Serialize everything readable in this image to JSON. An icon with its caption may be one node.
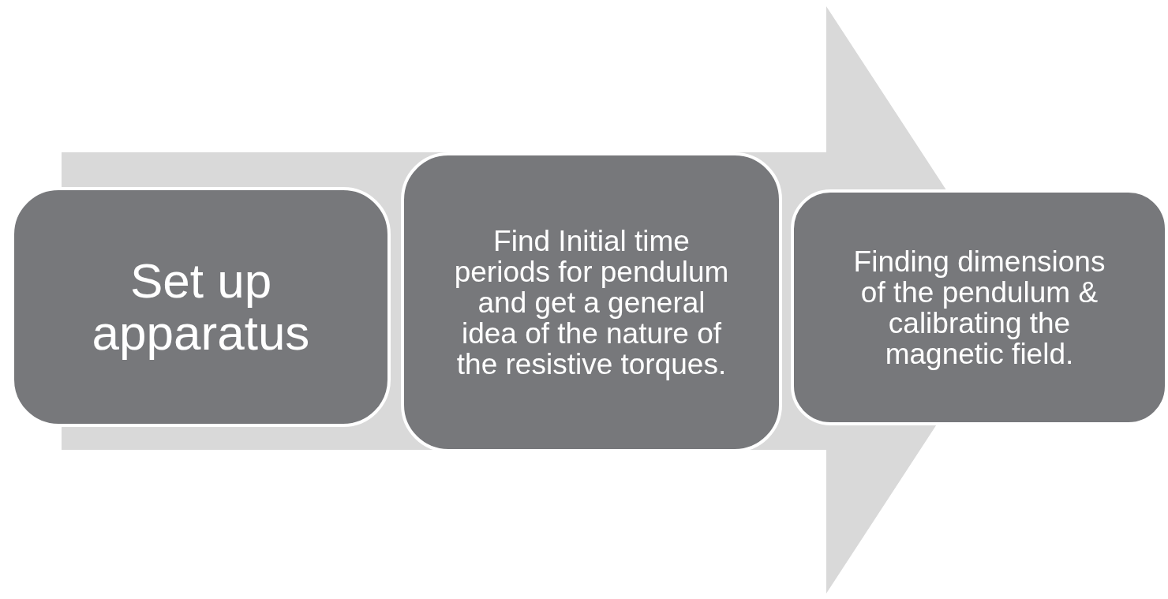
{
  "diagram": {
    "nodes": [
      {
        "text": [
          "Set up apparatus"
        ]
      },
      {
        "text": [
          "Find Initial time periods for pendulum and get a general idea of the nature of the resistive torques."
        ]
      },
      {
        "text": [
          "Finding dimensions of the pendulum & calibrating the magnetic field."
        ]
      }
    ],
    "edges": [
      {
        "from": 0,
        "to": 2,
        "arrow": "to"
      }
    ]
  }
}
